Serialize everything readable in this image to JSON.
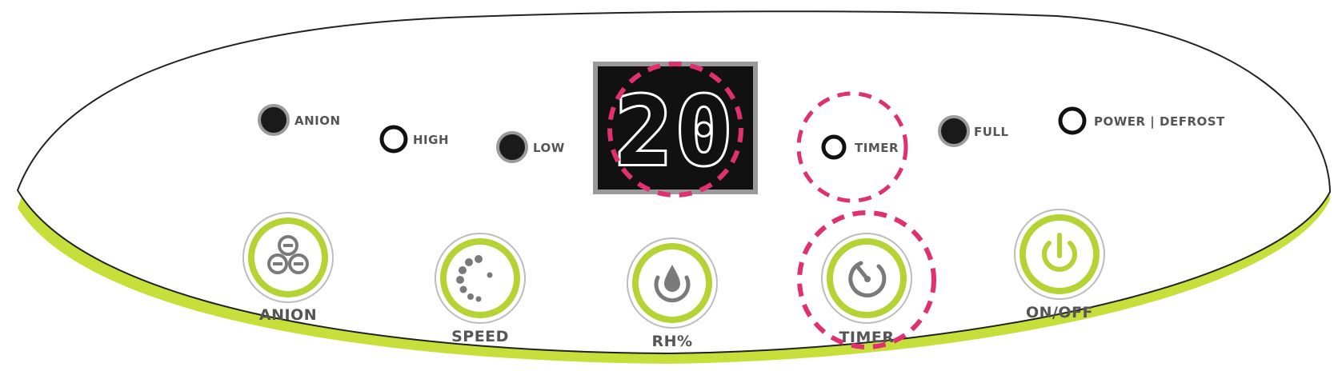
{
  "display": {
    "value": "20"
  },
  "indicators": {
    "anion": "ANION",
    "high": "HIGH",
    "low": "LOW",
    "timer": "TIMER",
    "full": "FULL",
    "power_defrost": "POWER | DEFROST"
  },
  "buttons": {
    "anion": "ANION",
    "speed": "SPEED",
    "rh": "RH%",
    "timer": "TIMER",
    "on_off": "ON/OFF"
  },
  "colors": {
    "accent_green": "#b5d334",
    "highlight_pink": "#e0306f",
    "icon_gray": "#7a7a7a",
    "label_gray": "#555555",
    "display_bg": "#111111",
    "display_frame": "#9a9a9a"
  }
}
